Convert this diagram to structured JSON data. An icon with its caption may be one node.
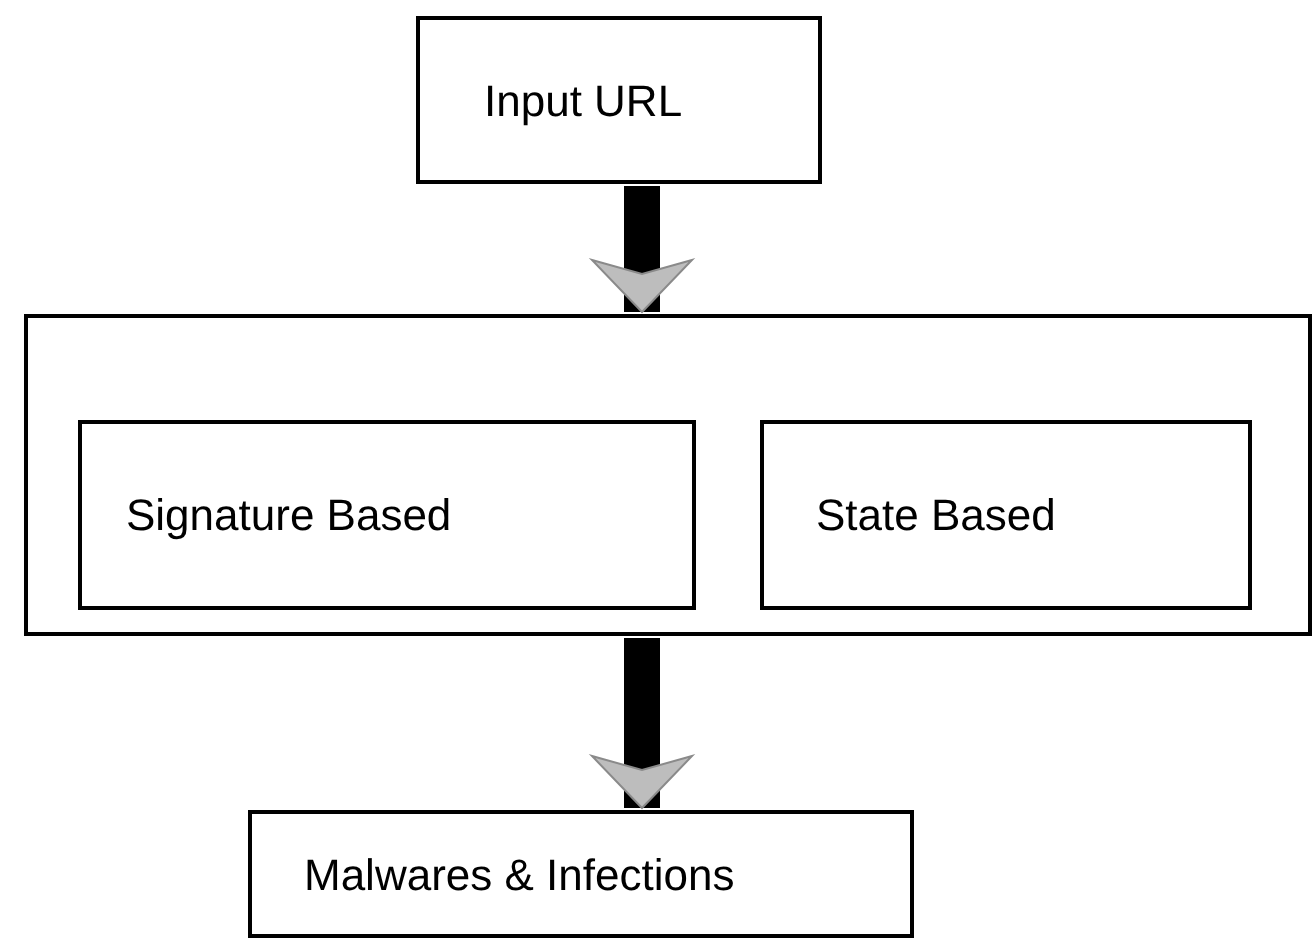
{
  "diagram": {
    "nodes": [
      {
        "text": [
          "Input URL"
        ]
      },
      {
        "text": [],
        "shape": "box"
      },
      {
        "text": [
          "Signature Based"
        ],
        "in": 1
      },
      {
        "text": [
          "State Based"
        ],
        "in": 1
      },
      {
        "text": [
          "Malwares & Infections"
        ]
      }
    ],
    "edges": [
      {
        "from": 0,
        "to": 1,
        "arrow": "to"
      },
      {
        "from": 1,
        "to": 4,
        "arrow": "to"
      }
    ]
  }
}
